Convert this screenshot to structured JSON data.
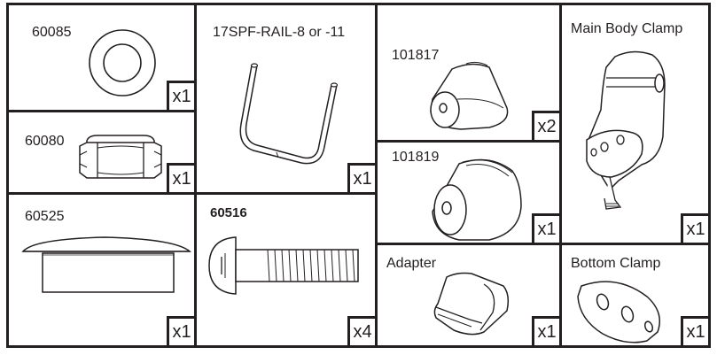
{
  "parts": [
    {
      "id": "60085",
      "label": "60085",
      "qty": "x1",
      "icon": "washer-icon"
    },
    {
      "id": "rail",
      "label": "17SPF-RAIL-8 or -11",
      "qty": "x1",
      "icon": "u-rail-icon"
    },
    {
      "id": "101817",
      "label": "101817",
      "qty": "x2",
      "icon": "small-cone-grommet-icon"
    },
    {
      "id": "main_clamp",
      "label": "Main Body Clamp",
      "qty": "x1",
      "icon": "main-body-clamp-icon"
    },
    {
      "id": "60080",
      "label": "60080",
      "qty": "x1",
      "icon": "hex-nut-icon"
    },
    {
      "id": "101819",
      "label": "101819",
      "qty": "x1",
      "icon": "large-cone-grommet-icon"
    },
    {
      "id": "60525",
      "label": "60525",
      "qty": "x1",
      "icon": "cap-plug-icon"
    },
    {
      "id": "60516",
      "label": "60516",
      "qty": "x4",
      "icon": "button-head-bolt-icon"
    },
    {
      "id": "adapter",
      "label": "Adapter",
      "qty": "x1",
      "icon": "adapter-sleeve-icon"
    },
    {
      "id": "bottom_clamp",
      "label": "Bottom Clamp",
      "qty": "x1",
      "icon": "bottom-clamp-icon"
    }
  ]
}
